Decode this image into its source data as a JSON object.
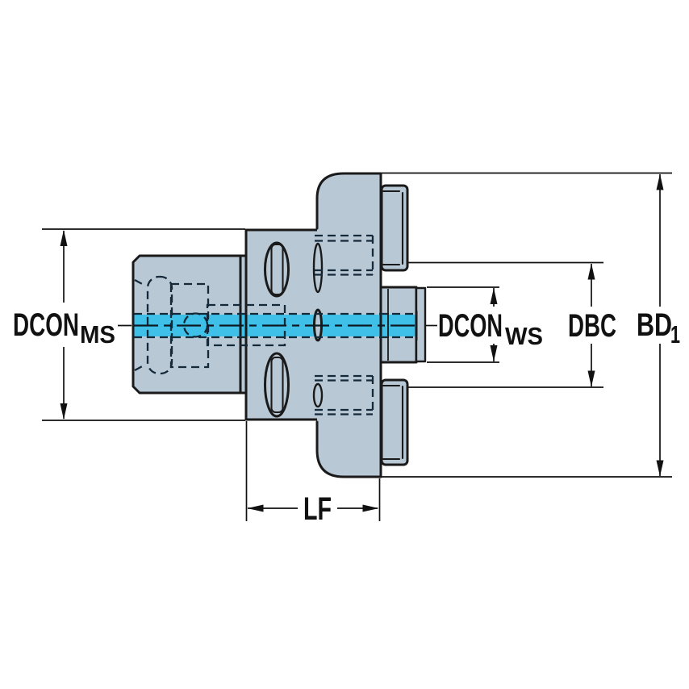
{
  "labels": {
    "dcon_ms": {
      "main": "DCON",
      "sub": "MS"
    },
    "dcon_ws": {
      "main": "DCON",
      "sub": "WS"
    },
    "dbc": {
      "main": "DBC"
    },
    "bd1": {
      "main": "BD",
      "sub": "1"
    },
    "lf": {
      "main": "LF"
    }
  },
  "colors": {
    "background": "#ffffff",
    "body_fill": "#b9c8d5",
    "outline": "#1a1a1a",
    "hidden_line": "#14293a",
    "coolant_band": "#3fc0e9",
    "text": "#111111"
  }
}
